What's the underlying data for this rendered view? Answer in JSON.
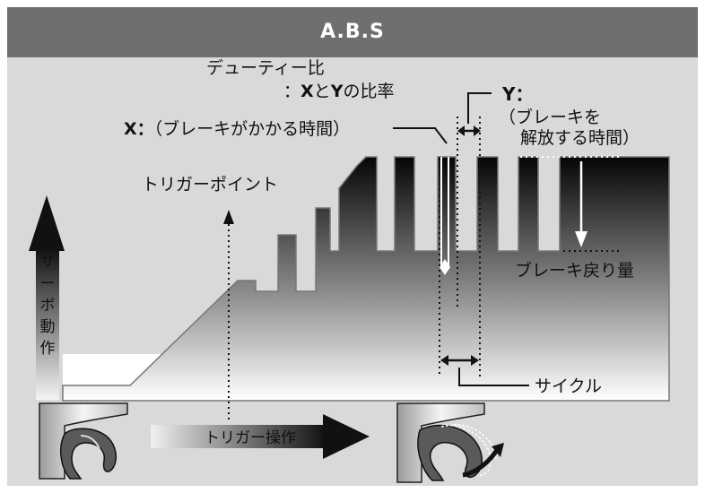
{
  "header": {
    "title": "A.B.S"
  },
  "labels": {
    "duty_ratio_line1": "デューティー比",
    "duty_ratio_line2_prefix": "：",
    "duty_ratio_x": "X",
    "duty_ratio_to": "と",
    "duty_ratio_y": "Y",
    "duty_ratio_suffix": "の比率",
    "x_key": "X：",
    "x_desc": "（ブレーキがかかる時間）",
    "y_key": "Y：",
    "y_desc_line1": "（ブレーキを",
    "y_desc_line2": "解放する時間）",
    "trigger_point": "トリガーポイント",
    "servo_action": [
      "サ",
      "ー",
      "ボ",
      "動",
      "作"
    ],
    "brake_return": "ブレーキ戻り量",
    "cycle": "サイクル",
    "trigger_operation": "トリガー操作"
  },
  "colors": {
    "header_bg": "#6f6f6f",
    "panel_bg": "#d9d9d9",
    "wave_dark": "#111111",
    "ink": "#111111"
  }
}
